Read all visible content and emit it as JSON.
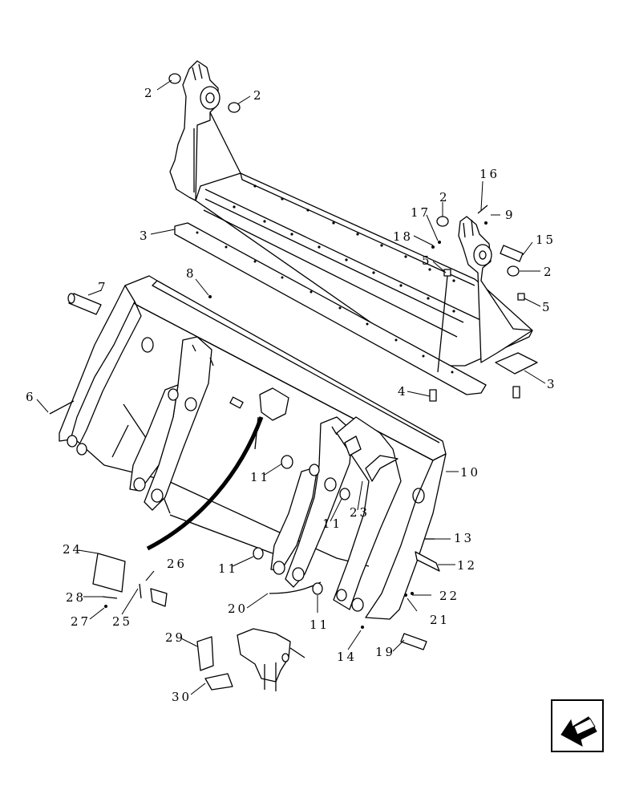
{
  "diagram": {
    "callouts": [
      {
        "id": "c2a",
        "text": "2"
      },
      {
        "id": "c2b",
        "text": "2"
      },
      {
        "id": "c16",
        "text": "16"
      },
      {
        "id": "c2c",
        "text": "2"
      },
      {
        "id": "c17",
        "text": "17"
      },
      {
        "id": "c9",
        "text": "9"
      },
      {
        "id": "c3a",
        "text": "3"
      },
      {
        "id": "c18",
        "text": "18"
      },
      {
        "id": "c15",
        "text": "15"
      },
      {
        "id": "c5a",
        "text": "5"
      },
      {
        "id": "c2d",
        "text": "2"
      },
      {
        "id": "c7",
        "text": "7"
      },
      {
        "id": "c8",
        "text": "8"
      },
      {
        "id": "c5b",
        "text": "5"
      },
      {
        "id": "c3b",
        "text": "3"
      },
      {
        "id": "c4",
        "text": "4"
      },
      {
        "id": "c6",
        "text": "6"
      },
      {
        "id": "c10",
        "text": "10"
      },
      {
        "id": "c11a",
        "text": "11"
      },
      {
        "id": "c23",
        "text": "23"
      },
      {
        "id": "c11b",
        "text": "11"
      },
      {
        "id": "c13",
        "text": "13"
      },
      {
        "id": "c24",
        "text": "24"
      },
      {
        "id": "c12",
        "text": "12"
      },
      {
        "id": "c26",
        "text": "26"
      },
      {
        "id": "c11c",
        "text": "11"
      },
      {
        "id": "c28",
        "text": "28"
      },
      {
        "id": "c20",
        "text": "20"
      },
      {
        "id": "c22",
        "text": "22"
      },
      {
        "id": "c27",
        "text": "27"
      },
      {
        "id": "c25",
        "text": "25"
      },
      {
        "id": "c11d",
        "text": "11"
      },
      {
        "id": "c21",
        "text": "21"
      },
      {
        "id": "c29",
        "text": "29"
      },
      {
        "id": "c14",
        "text": "14"
      },
      {
        "id": "c19",
        "text": "19"
      },
      {
        "id": "c30",
        "text": "30"
      }
    ],
    "nav_icon": "previous-page-arrow-icon"
  }
}
